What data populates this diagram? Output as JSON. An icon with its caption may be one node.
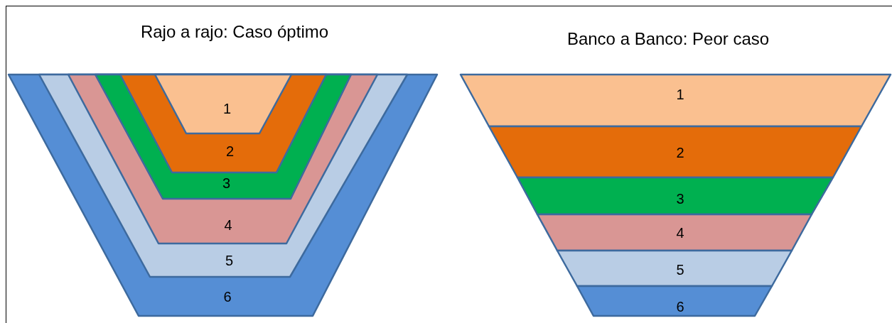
{
  "diagram": {
    "nodes": [
      {
        "text": [
          "6"
        ]
      },
      {
        "text": [
          "5"
        ],
        "in": 0
      },
      {
        "text": [
          "4"
        ],
        "in": 1
      },
      {
        "text": [
          "3"
        ],
        "in": 2
      },
      {
        "text": [
          "2"
        ],
        "in": 3
      },
      {
        "text": [
          "1"
        ],
        "in": 4
      },
      {
        "text": [
          "1"
        ]
      },
      {
        "text": [
          "2"
        ]
      },
      {
        "text": [
          "3"
        ]
      },
      {
        "text": [
          "4"
        ]
      },
      {
        "text": [
          "5"
        ]
      },
      {
        "text": [
          "6"
        ]
      }
    ],
    "labels": [
      "Rajo a rajo: Caso óptimo",
      "Banco a Banco: Peor caso"
    ]
  }
}
